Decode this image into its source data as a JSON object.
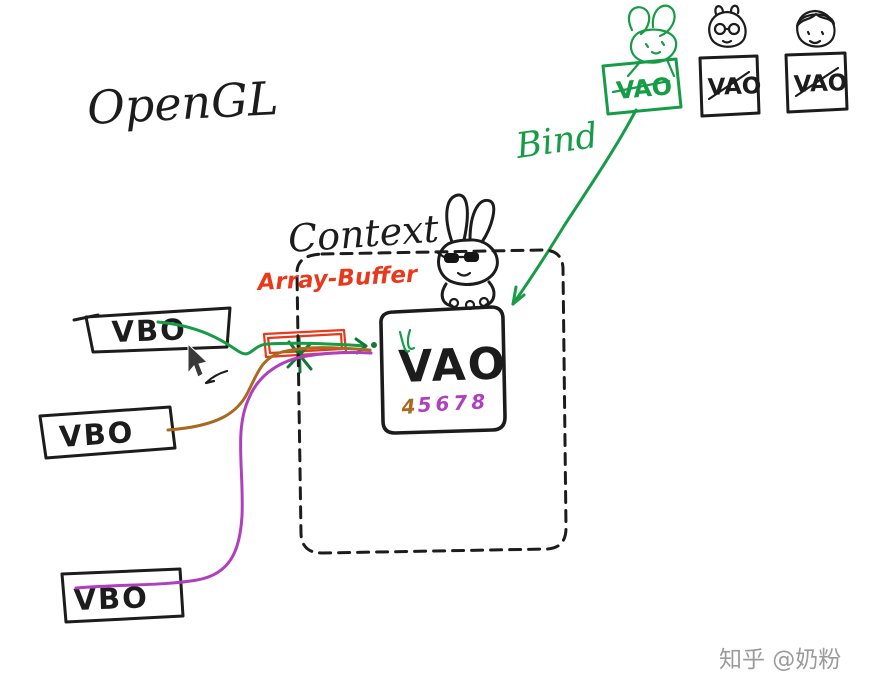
{
  "page": {
    "title": "OpenGL",
    "watermark": "知乎 @奶粉"
  },
  "labels": {
    "bind": "Bind",
    "context": "Context",
    "array_buffer": "Array-Buffer"
  },
  "nodes": {
    "vbo_top": "VBO",
    "vbo_middle": "VBO",
    "vbo_bottom": "VBO",
    "vao_main": "VAO",
    "vao_number_first": "4",
    "vao_number_rest": "5678",
    "vao_sign_green": "VAO",
    "vao_card_left": "VAO",
    "vao_card_right": "VAO"
  },
  "colors": {
    "green": "#169c46",
    "darkgreen": "#0f7a33",
    "red": "#e8391d",
    "purple": "#b03fc0",
    "brown": "#a86a1f",
    "black": "#1c1c1c",
    "gray": "#9b9b9b"
  }
}
